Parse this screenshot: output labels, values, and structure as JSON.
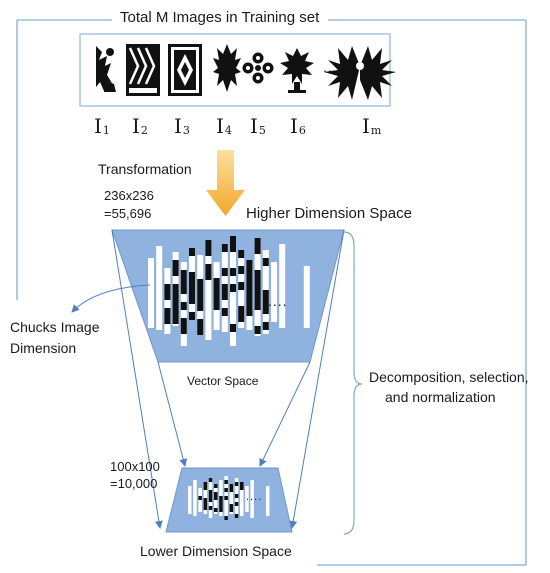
{
  "title": "Total M Images in Training set",
  "images": [
    {
      "letter": "I",
      "sub": "1"
    },
    {
      "letter": "I",
      "sub": "2"
    },
    {
      "letter": "I",
      "sub": "3"
    },
    {
      "letter": "I",
      "sub": "4"
    },
    {
      "letter": "I",
      "sub": "5"
    },
    {
      "letter": "I",
      "sub": "6"
    },
    {
      "letter": "I",
      "sub": "m"
    }
  ],
  "ellipsis": "....",
  "transformation": "Transformation",
  "high_dim": {
    "size": "236x236",
    "total": "=55,696",
    "label": "Higher Dimension Space",
    "ellipsis": "...."
  },
  "chunks_label_line1": "Chucks Image",
  "chunks_label_line2": "Dimension",
  "vector_space": "Vector Space",
  "decomposition_line1": "Decomposition, selection,",
  "decomposition_line2": "and normalization",
  "low_dim": {
    "size": "100x100",
    "total": "=10,000",
    "label": "Lower Dimension Space",
    "ellipsis": "...."
  },
  "colors": {
    "frame": "#7fa7cf",
    "trapezoid": "#8fb2de",
    "trapezoid_edge": "#6f97c8",
    "arrow": "#f5b945",
    "arrow_line": "#4f7fbf"
  }
}
